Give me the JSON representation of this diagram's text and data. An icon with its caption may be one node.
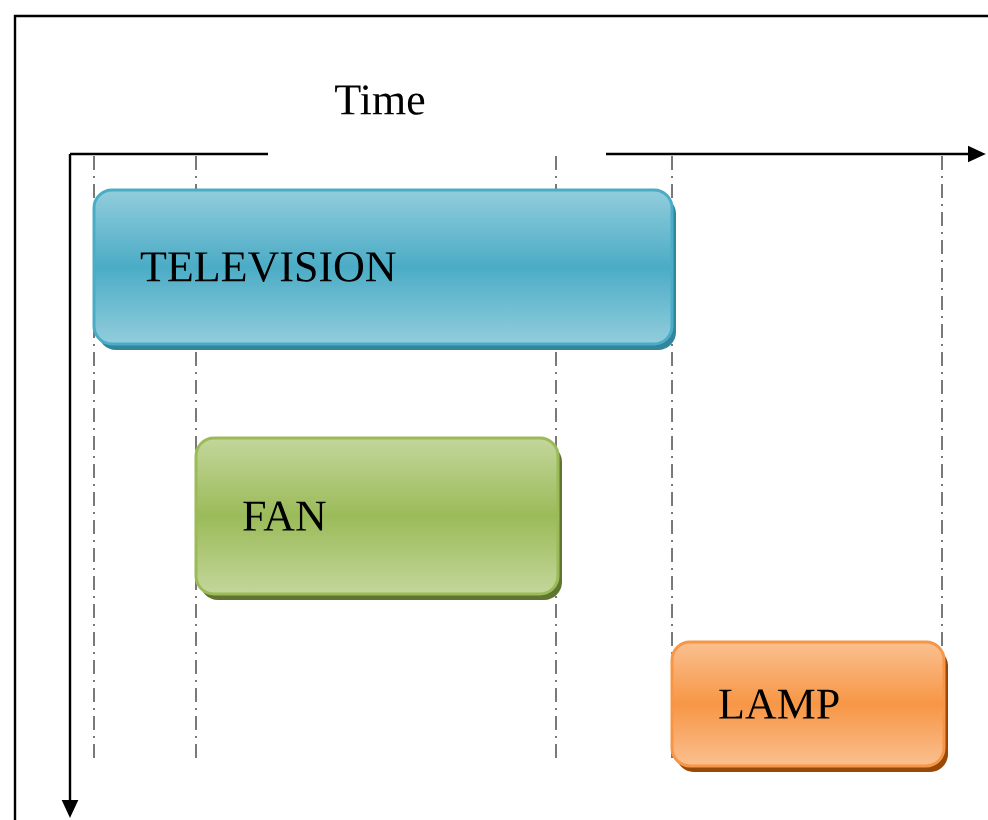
{
  "diagram": {
    "nodes": [
      {
        "text": [
          "TELEVISION"
        ]
      },
      {
        "text": [
          "FAN"
        ]
      },
      {
        "text": [
          "LAMP"
        ]
      }
    ],
    "labels": [
      "Time"
    ]
  }
}
